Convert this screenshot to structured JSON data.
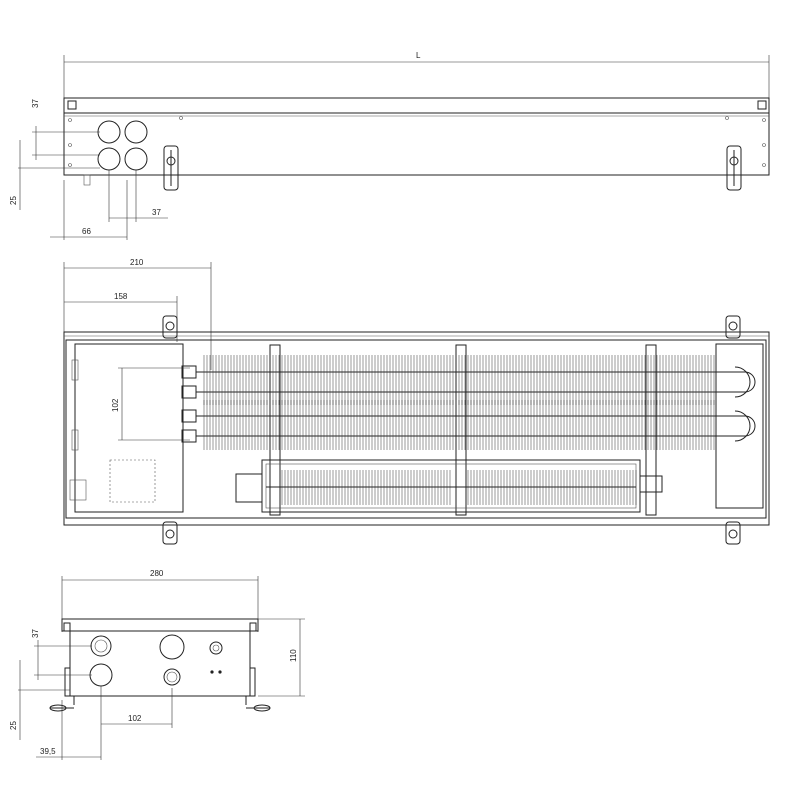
{
  "dimensions": {
    "top_length": "L",
    "top_37_vertical": "37",
    "top_25": "25",
    "top_37_horizontal": "37",
    "top_66": "66",
    "plan_210": "210",
    "plan_158": "158",
    "plan_102": "102",
    "end_280": "280",
    "end_37": "37",
    "end_110": "110",
    "end_102": "102",
    "end_25": "25",
    "end_39_5": "39,5"
  }
}
